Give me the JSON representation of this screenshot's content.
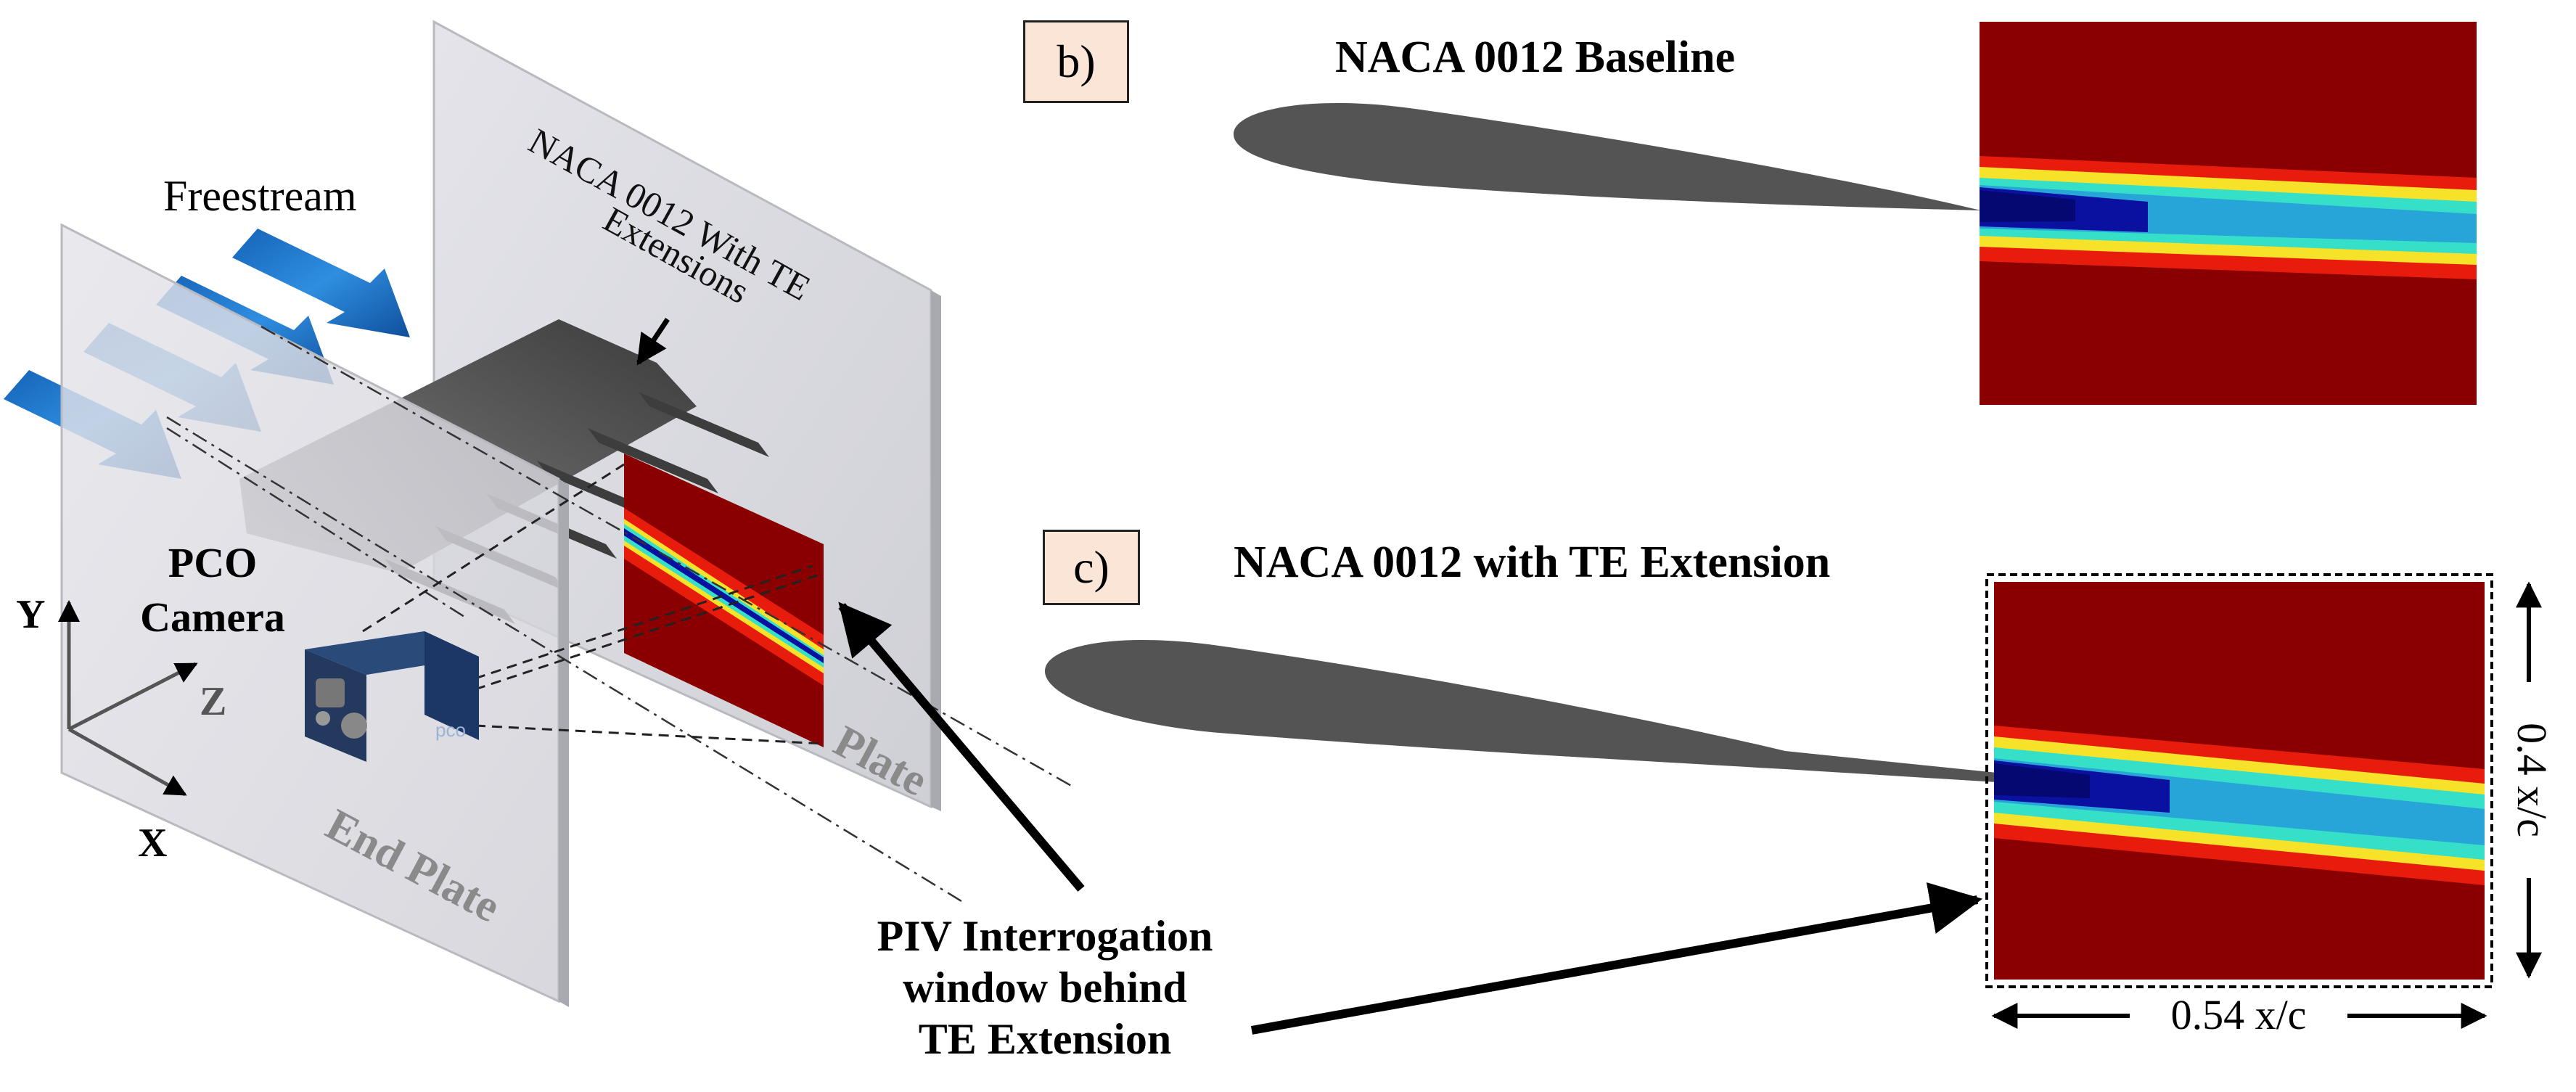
{
  "panel_a": {
    "freestream_label": "Freestream",
    "model_label_line1": "NACA 0012 With TE",
    "model_label_line2": "Extensions",
    "camera_label_line1": "PCO",
    "camera_label_line2": "Camera",
    "axis_y": "Y",
    "axis_z": "Z",
    "axis_x": "X",
    "end_plate_label": "End Plate",
    "plate_label": "Plate",
    "camera_brand": "pco",
    "piv_caption_line1": "PIV Interrogation",
    "piv_caption_line2": "window behind",
    "piv_caption_line3": "TE Extension"
  },
  "panel_b": {
    "tag": "b)",
    "title": "NACA 0012 Baseline"
  },
  "panel_c": {
    "tag": "c)",
    "title": "NACA 0012 with TE Extension",
    "width_dim": "0.54 x/c",
    "height_dim": "0.4 x/c"
  },
  "colors": {
    "field_background": "#8a0000",
    "wake_core": "#0a14a0",
    "wake_mid": "#2fd3d9",
    "wake_edge": "#f0e020",
    "airfoil": "#545454",
    "arrow_blue": "#1f7ad0",
    "plate_fill": "#d9d9de"
  }
}
